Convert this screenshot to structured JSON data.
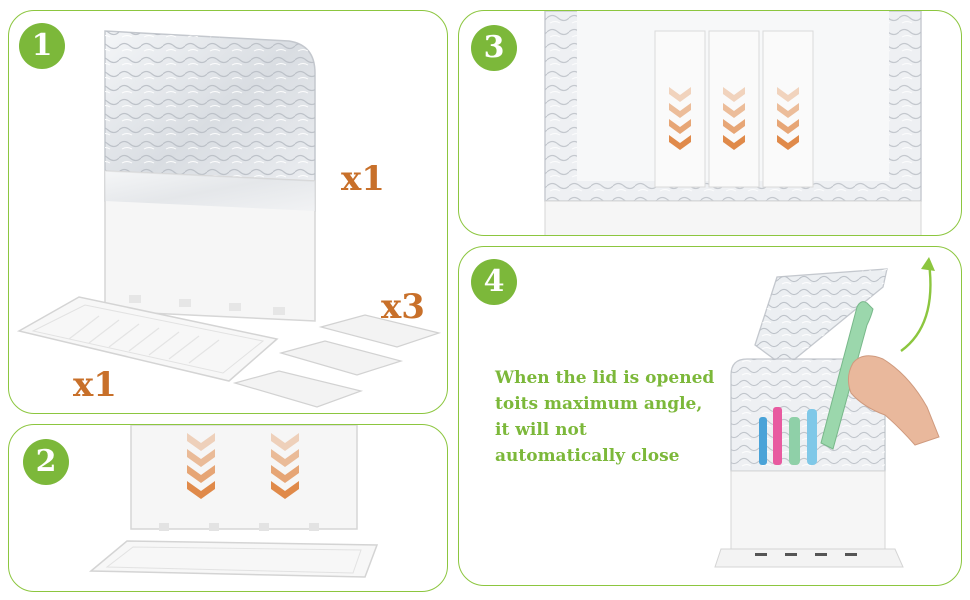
{
  "steps": [
    {
      "number": "1",
      "qty_lid_box": "x1",
      "qty_tray": "x1",
      "qty_dividers": "x3"
    },
    {
      "number": "2"
    },
    {
      "number": "3"
    },
    {
      "number": "4",
      "caption": [
        "When the lid is opened",
        "toits maximum angle,",
        "it will not",
        "automatically close"
      ]
    }
  ],
  "colors": {
    "accent_green": "#7cb83a",
    "border_green": "#8cc63f",
    "quantity_orange": "#c8702a",
    "arrow_orange": "#e08a4a"
  }
}
